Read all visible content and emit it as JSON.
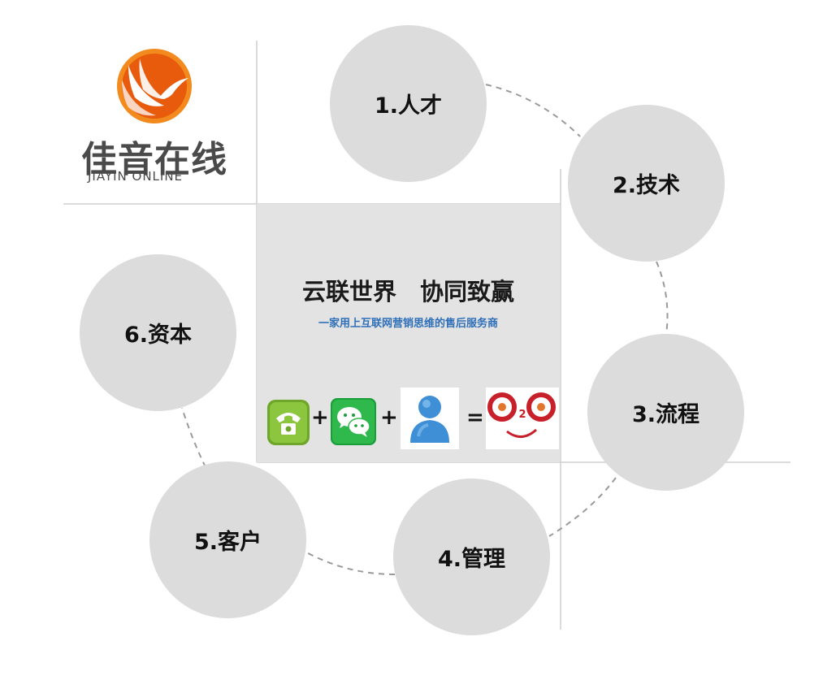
{
  "logo": {
    "name_cn": "佳音在线",
    "name_en": "JIAYIN ONLINE",
    "colors": {
      "orange_outer": "#f28a1e",
      "orange_inner": "#e85a0c",
      "text": "#4a4a4a"
    }
  },
  "center": {
    "title": "云联世界　协同致赢",
    "subtitle": "一家用上互联网营销思维的售后服务商",
    "equation": {
      "items": [
        "phone-icon",
        "wechat-icon",
        "user-icon",
        "o2o-icon"
      ],
      "operators": [
        "+",
        "+",
        "="
      ]
    },
    "o2o_label": "2"
  },
  "nodes": [
    {
      "label": "1.人才"
    },
    {
      "label": "2.技术"
    },
    {
      "label": "3.流程"
    },
    {
      "label": "4.管理"
    },
    {
      "label": "5.客户"
    },
    {
      "label": "6.资本"
    }
  ],
  "colors": {
    "node_fill": "#dcdcdc",
    "panel_fill": "#e3e3e3",
    "divider": "#cfcfcf",
    "dashed_ring": "#9a9a9a",
    "subtitle": "#2e6fb8"
  }
}
